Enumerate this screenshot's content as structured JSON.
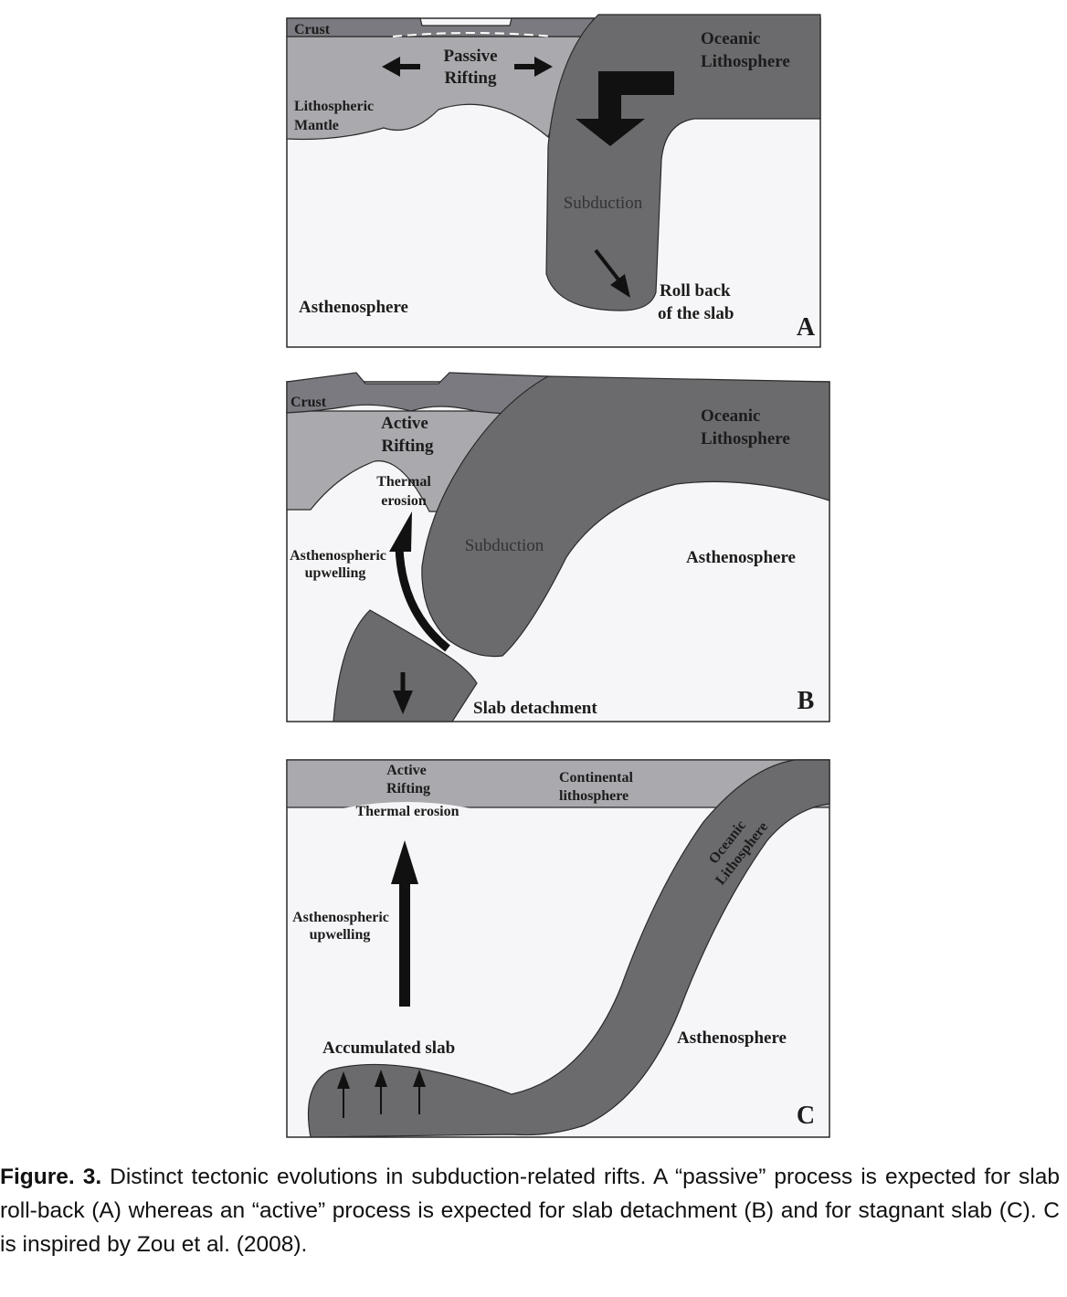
{
  "panel_a": {
    "crust": "Crust",
    "passive_rifting": [
      "Passive",
      "Rifting"
    ],
    "lithospheric_mantle": [
      "Lithospheric",
      "Mantle"
    ],
    "oceanic_lithosphere": [
      "Oceanic",
      "Lithosphere"
    ],
    "subduction": "Subduction",
    "asthenosphere": "Asthenosphere",
    "roll_back": [
      "Roll back",
      "of the slab"
    ],
    "letter": "A"
  },
  "panel_b": {
    "crust": "Crust",
    "active_rifting": [
      "Active",
      "Rifting"
    ],
    "thermal_erosion": [
      "Thermal",
      "erosion"
    ],
    "oceanic_lithosphere": [
      "Oceanic",
      "Lithosphere"
    ],
    "asthenospheric_upwelling": [
      "Asthenospheric",
      "upwelling"
    ],
    "subduction": "Subduction",
    "asthenosphere": "Asthenosphere",
    "slab_detachment": "Slab detachment",
    "letter": "B"
  },
  "panel_c": {
    "active_rifting": [
      "Active",
      "Rifting"
    ],
    "thermal_erosion": "Thermal erosion",
    "continental_lithosphere": [
      "Continental",
      "lithosphere"
    ],
    "oceanic_lithosphere": [
      "Oceanic",
      "Lithosphere"
    ],
    "asthenospheric_upwelling": [
      "Asthenospheric",
      "upwelling"
    ],
    "accumulated_slab": "Accumulated slab",
    "asthenosphere": "Asthenosphere",
    "letter": "C"
  },
  "caption": {
    "label": "Figure. 3.",
    "text": "Distinct tectonic evolutions in subduction-related rifts. A “passive” process is expected for slab roll-back (A) whereas an “active” process is expected for slab detachment (B) and for stagnant slab (C). C is inspired by Zou et al. (2008)."
  },
  "colors": {
    "crust": "#7a7a80",
    "lithosphere": "#a9a9ae",
    "slab": "#6b6b6e",
    "asthenosphere": "#f6f6f8",
    "outline": "#2a2a2a"
  }
}
